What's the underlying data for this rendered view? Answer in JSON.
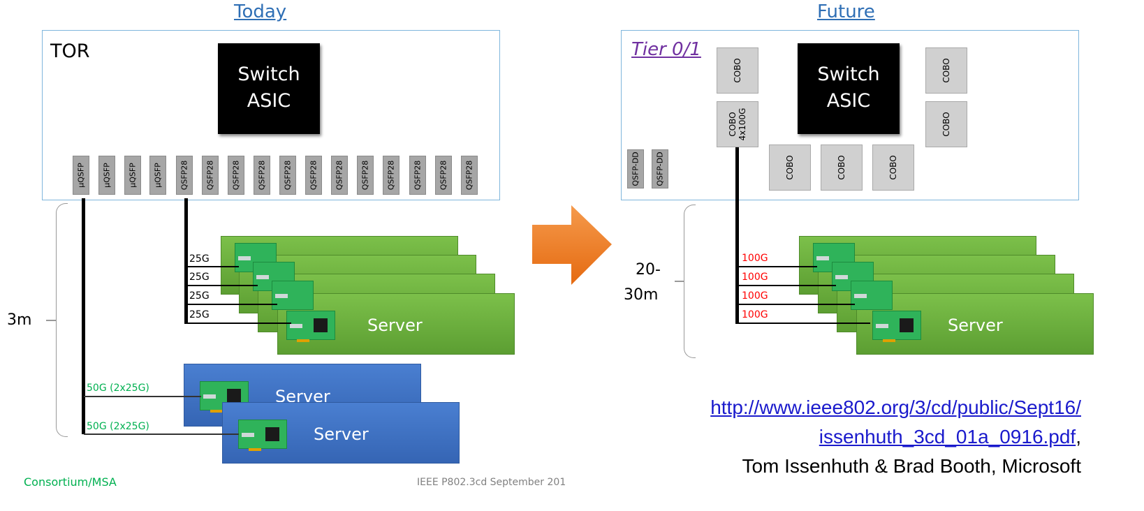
{
  "left": {
    "heading": "Today",
    "box_label": "TOR",
    "asic_line1": "Switch",
    "asic_line2": "ASIC",
    "ports": [
      "µQSFP",
      "µQSFP",
      "µQSFP",
      "µQSFP",
      "QSFP28",
      "QSFP28",
      "QSFP28",
      "QSFP28",
      "QSFP28",
      "QSFP28",
      "QSFP28",
      "QSFP28",
      "QSFP28",
      "QSFP28",
      "QSFP28",
      "QSFP28"
    ],
    "links_green_server": [
      "25G",
      "25G",
      "25G",
      "25G"
    ],
    "links_blue_server": [
      "50G (2x25G)",
      "50G (2x25G)"
    ],
    "distance": "3m",
    "server_label": "Server",
    "server_label_blue_1": "Server",
    "server_label_blue_2": "Server"
  },
  "right": {
    "heading": "Future",
    "box_label": "Tier 0/1",
    "asic_line1": "Switch",
    "asic_line2": "ASIC",
    "ports": [
      "QSFP-DD",
      "QSFP-DD"
    ],
    "cobo_modules": [
      "COBO",
      "COBO\n4x100G",
      "COBO",
      "COBO",
      "COBO",
      "COBO",
      "COBO"
    ],
    "links": [
      "100G",
      "100G",
      "100G",
      "100G"
    ],
    "distance_line1": "20-",
    "distance_line2": "30m",
    "server_label": "Server"
  },
  "reference": {
    "url_line1": "http://www.ieee802.org/3/cd/public/Sept16/",
    "url_line2": "issenhuth_3cd_01a_0916.pdf",
    "url_comma": ",",
    "credit": "Tom Issenhuth & Brad Booth, Microsoft"
  },
  "footer": {
    "left": "Consortium/MSA",
    "center": "IEEE P802.3cd September 201"
  },
  "colors": {
    "heading": "#2f6fb5",
    "tier_label": "#7030a0",
    "green_text": "#00b050",
    "red_text": "#ff0000",
    "arrow": "#f07820"
  }
}
